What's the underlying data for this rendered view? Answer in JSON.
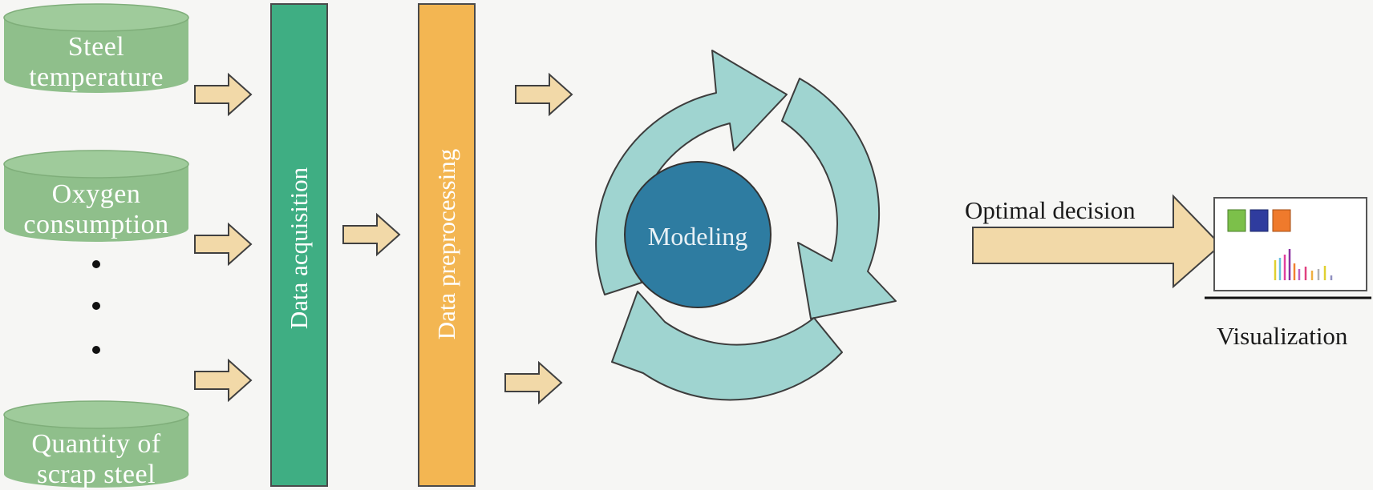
{
  "sources": [
    {
      "line1": "Steel",
      "line2": "temperature"
    },
    {
      "line1": "Oxygen",
      "line2": "consumption"
    },
    {
      "line1": "Quantity of",
      "line2": "scrap steel"
    }
  ],
  "stages": {
    "acquisition": "Data acquisition",
    "preprocessing": "Data preprocessing"
  },
  "cycle": {
    "center_label": "Modeling"
  },
  "output": {
    "decision_label": "Optimal decision",
    "visualization_label": "Visualization"
  },
  "colors": {
    "cylinder": "#8fbf8b",
    "acquisition_bar": "#3fae83",
    "preprocessing_bar": "#f3b652",
    "arrow_fill": "#f2d9a8",
    "cycle_arrow": "#9fd4d0",
    "modeling_circle": "#2e7ca1",
    "swatch_green": "#7cc04a",
    "swatch_blue": "#2f3c9e",
    "swatch_orange": "#ef7a2c"
  }
}
